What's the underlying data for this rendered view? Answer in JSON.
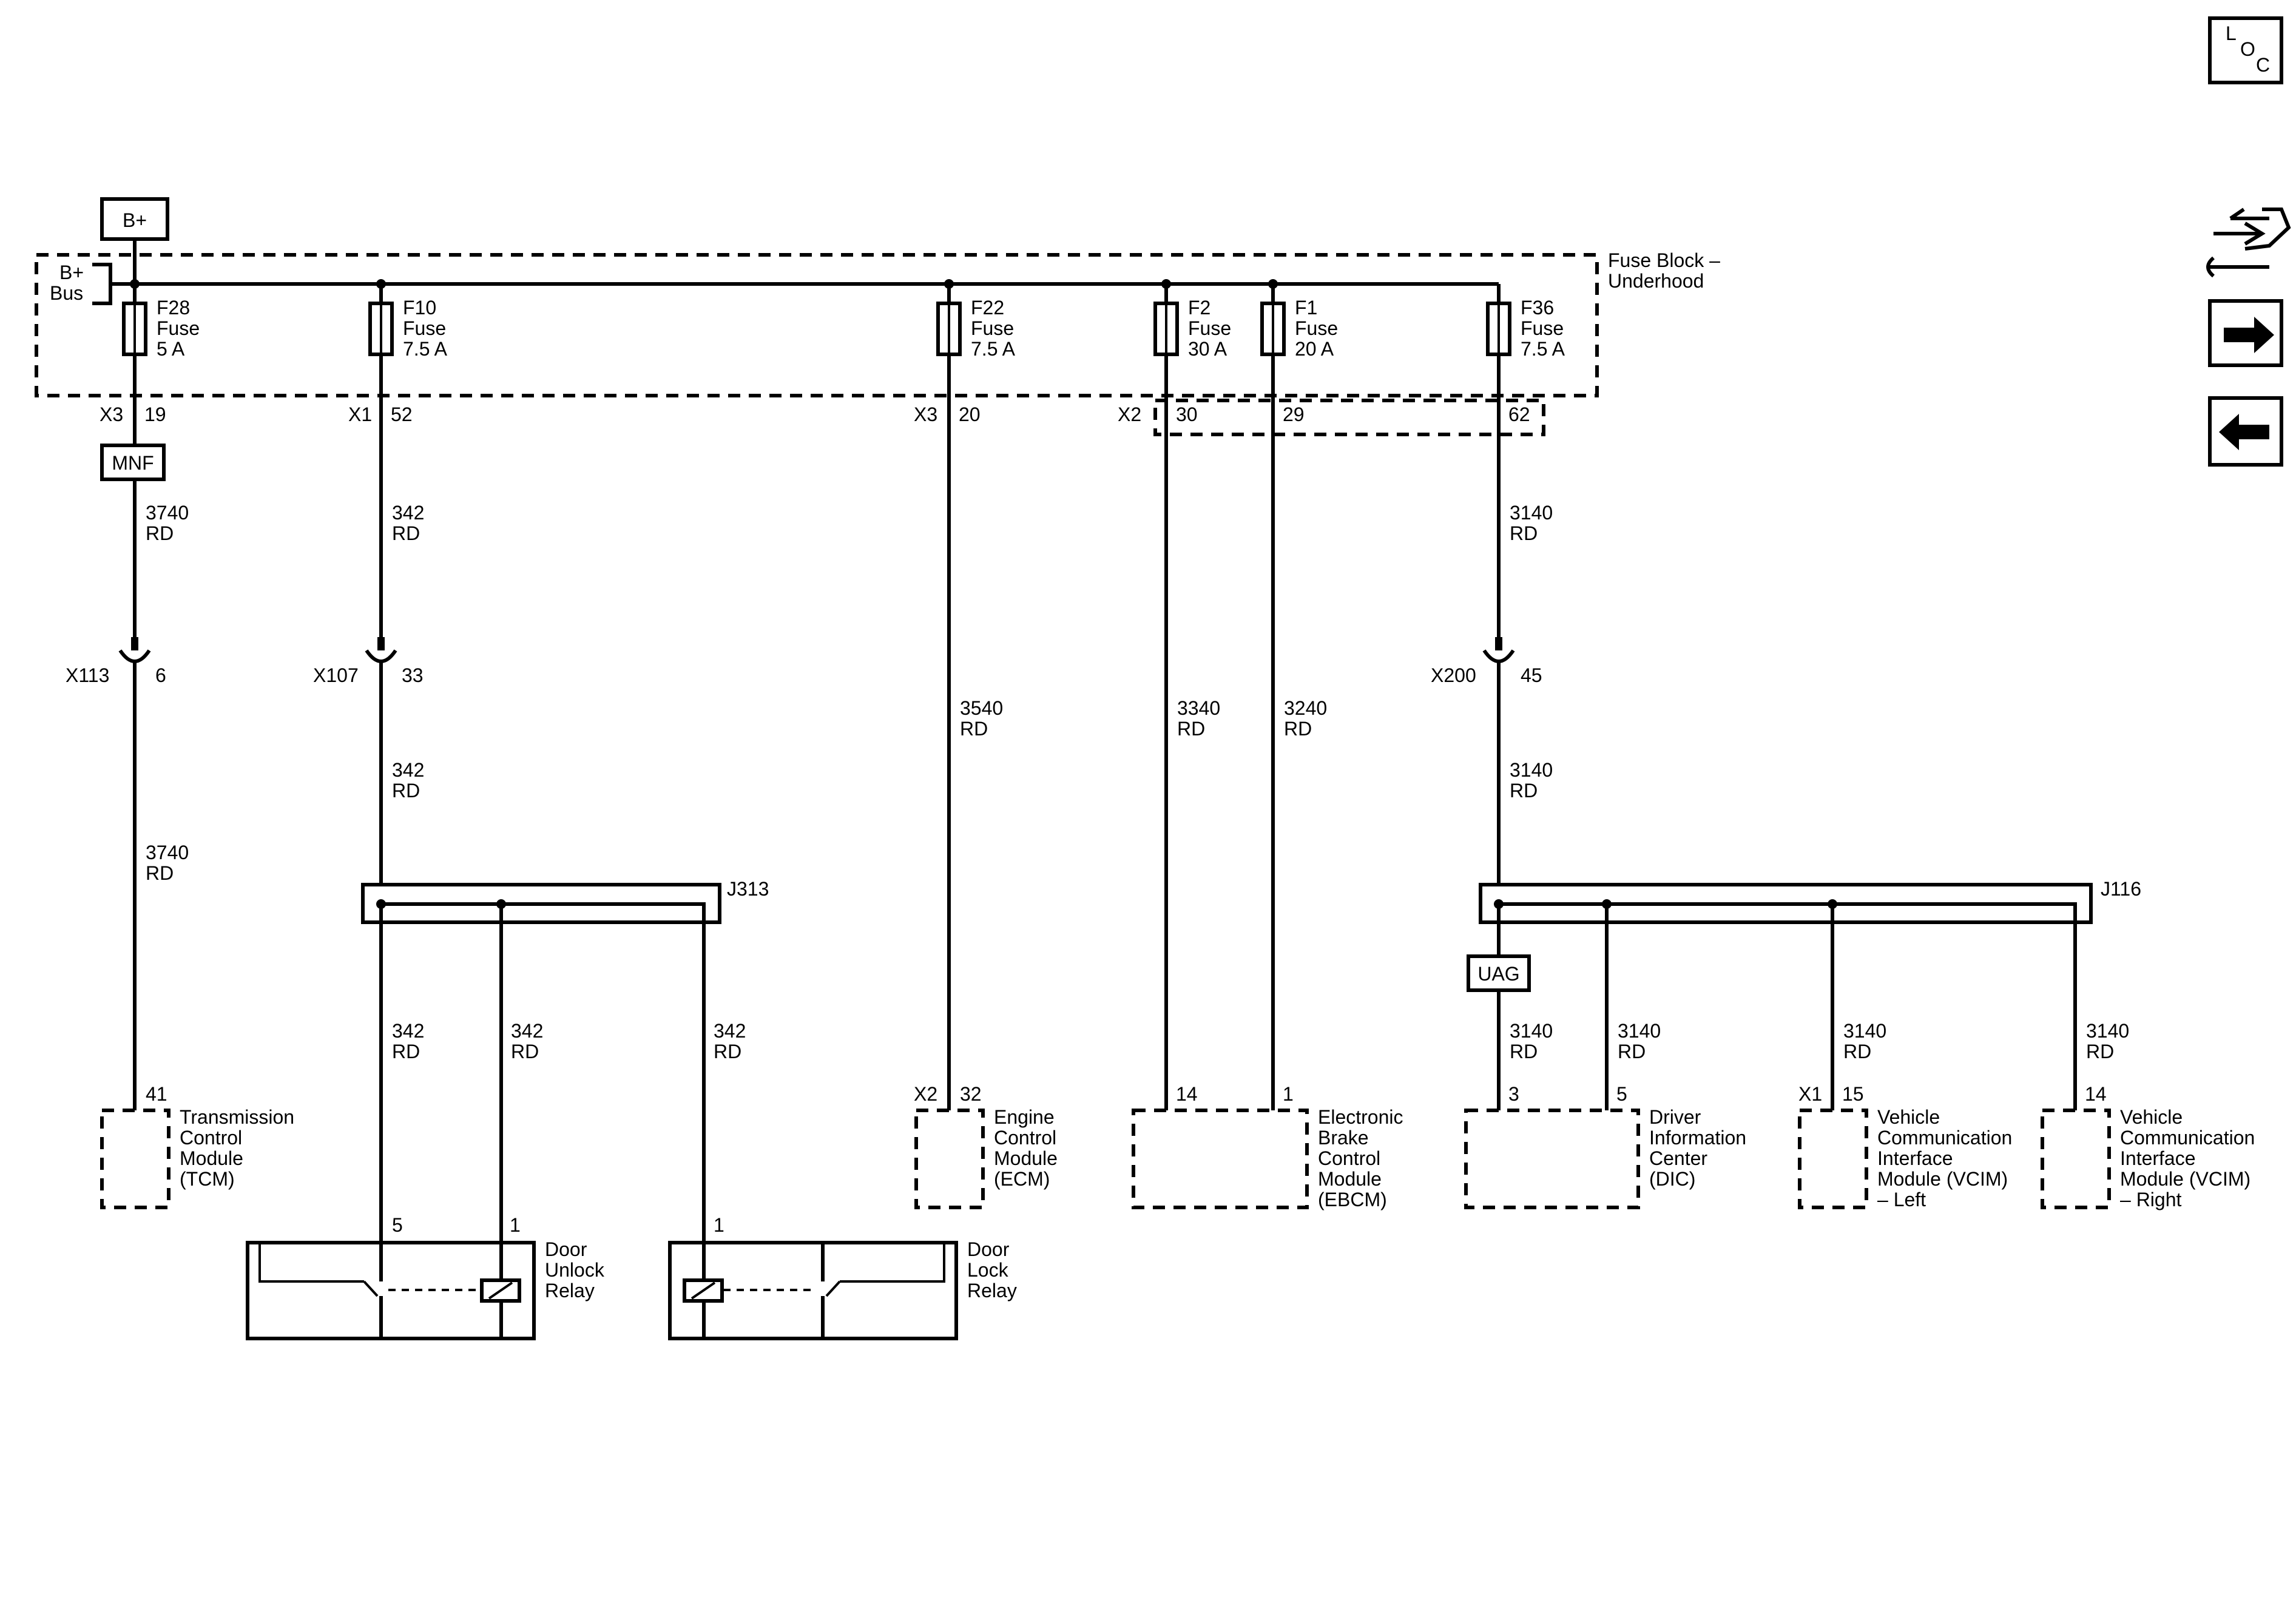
{
  "nav": {
    "loc_l": "L",
    "loc_o": "O",
    "loc_c": "C"
  },
  "power": {
    "source": "B+",
    "bus_line1": "B+",
    "bus_line2": "Bus",
    "fuse_block_line1": "Fuse Block –",
    "fuse_block_line2": "Underhood"
  },
  "fuses": [
    {
      "name": "F28",
      "type": "Fuse",
      "rating": "5 A",
      "connector": "X3",
      "pin": "19"
    },
    {
      "name": "F10",
      "type": "Fuse",
      "rating": "7.5 A",
      "connector": "X1",
      "pin": "52"
    },
    {
      "name": "F22",
      "type": "Fuse",
      "rating": "7.5 A",
      "connector": "X3",
      "pin": "20"
    },
    {
      "name": "F2",
      "type": "Fuse",
      "rating": "30 A",
      "connector": "X2",
      "pin": "30"
    },
    {
      "name": "F1",
      "type": "Fuse",
      "rating": "20 A",
      "connector": "",
      "pin": "29"
    },
    {
      "name": "F36",
      "type": "Fuse",
      "rating": "7.5 A",
      "connector": "",
      "pin": "62"
    }
  ],
  "option_codes": {
    "mnf": "MNF",
    "uag": "UAG"
  },
  "wires": {
    "w3740": {
      "circuit": "3740",
      "color": "RD"
    },
    "w342": {
      "circuit": "342",
      "color": "RD"
    },
    "w3540": {
      "circuit": "3540",
      "color": "RD"
    },
    "w3340": {
      "circuit": "3340",
      "color": "RD"
    },
    "w3240": {
      "circuit": "3240",
      "color": "RD"
    },
    "w3140": {
      "circuit": "3140",
      "color": "RD"
    }
  },
  "inline_connectors": [
    {
      "name": "X113",
      "pin": "6"
    },
    {
      "name": "X107",
      "pin": "33"
    },
    {
      "name": "X200",
      "pin": "45"
    }
  ],
  "splices": {
    "j313": "J313",
    "j116": "J116"
  },
  "components": {
    "tcm": {
      "pin": "41",
      "lines": [
        "Transmission",
        "Control",
        "Module",
        "(TCM)"
      ]
    },
    "ecm": {
      "connector": "X2",
      "pin": "32",
      "lines": [
        "Engine",
        "Control",
        "Module",
        "(ECM)"
      ]
    },
    "ebcm": {
      "pin_a": "14",
      "pin_b": "1",
      "lines": [
        "Electronic",
        "Brake",
        "Control",
        "Module",
        "(EBCM)"
      ]
    },
    "dic": {
      "pin_a": "3",
      "pin_b": "5",
      "lines": [
        "Driver",
        "Information",
        "Center",
        "(DIC)"
      ]
    },
    "vcim_left": {
      "connector": "X1",
      "pin": "15",
      "lines": [
        "Vehicle",
        "Communication",
        "Interface",
        "Module (VCIM)",
        "– Left"
      ]
    },
    "vcim_right": {
      "pin": "14",
      "lines": [
        "Vehicle",
        "Communication",
        "Interface",
        "Module (VCIM)",
        "– Right"
      ]
    },
    "unlock_relay": {
      "pin_a": "5",
      "pin_b": "1",
      "lines": [
        "Door",
        "Unlock",
        "Relay"
      ]
    },
    "lock_relay": {
      "pin": "1",
      "lines": [
        "Door",
        "Lock",
        "Relay"
      ]
    }
  },
  "colors": {
    "line": "#000000",
    "background": "#ffffff"
  }
}
